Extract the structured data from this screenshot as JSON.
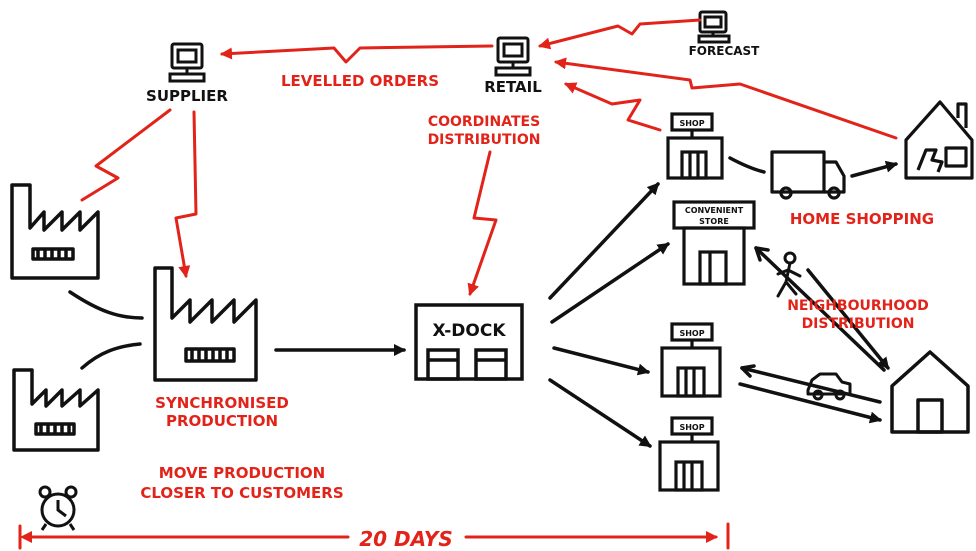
{
  "colors": {
    "ink": "#111111",
    "accent": "#e2231a"
  },
  "labels": {
    "supplier": "SUPPLIER",
    "retail": "RETAIL",
    "forecast": "FORECAST",
    "levelled_orders": "LEVELLED ORDERS",
    "coordinates_line1": "COORDINATES",
    "coordinates_line2": "DISTRIBUTION",
    "home_shopping": "HOME SHOPPING",
    "neighbourhood_line1": "NEIGHBOURHOOD",
    "neighbourhood_line2": "DISTRIBUTION",
    "synchronised_line1": "SYNCHRONISED",
    "synchronised_line2": "PRODUCTION",
    "move_line1": "MOVE PRODUCTION",
    "move_line2": "CLOSER TO CUSTOMERS",
    "xdock": "X-DOCK",
    "shop": "SHOP",
    "convenient_line1": "CONVENIENT",
    "convenient_line2": "STORE",
    "days": "20 DAYS"
  },
  "icons": [
    "computer-icon",
    "factory-icon",
    "shop-icon",
    "house-icon",
    "truck-icon",
    "car-icon",
    "person-icon",
    "alarm-clock-icon"
  ]
}
